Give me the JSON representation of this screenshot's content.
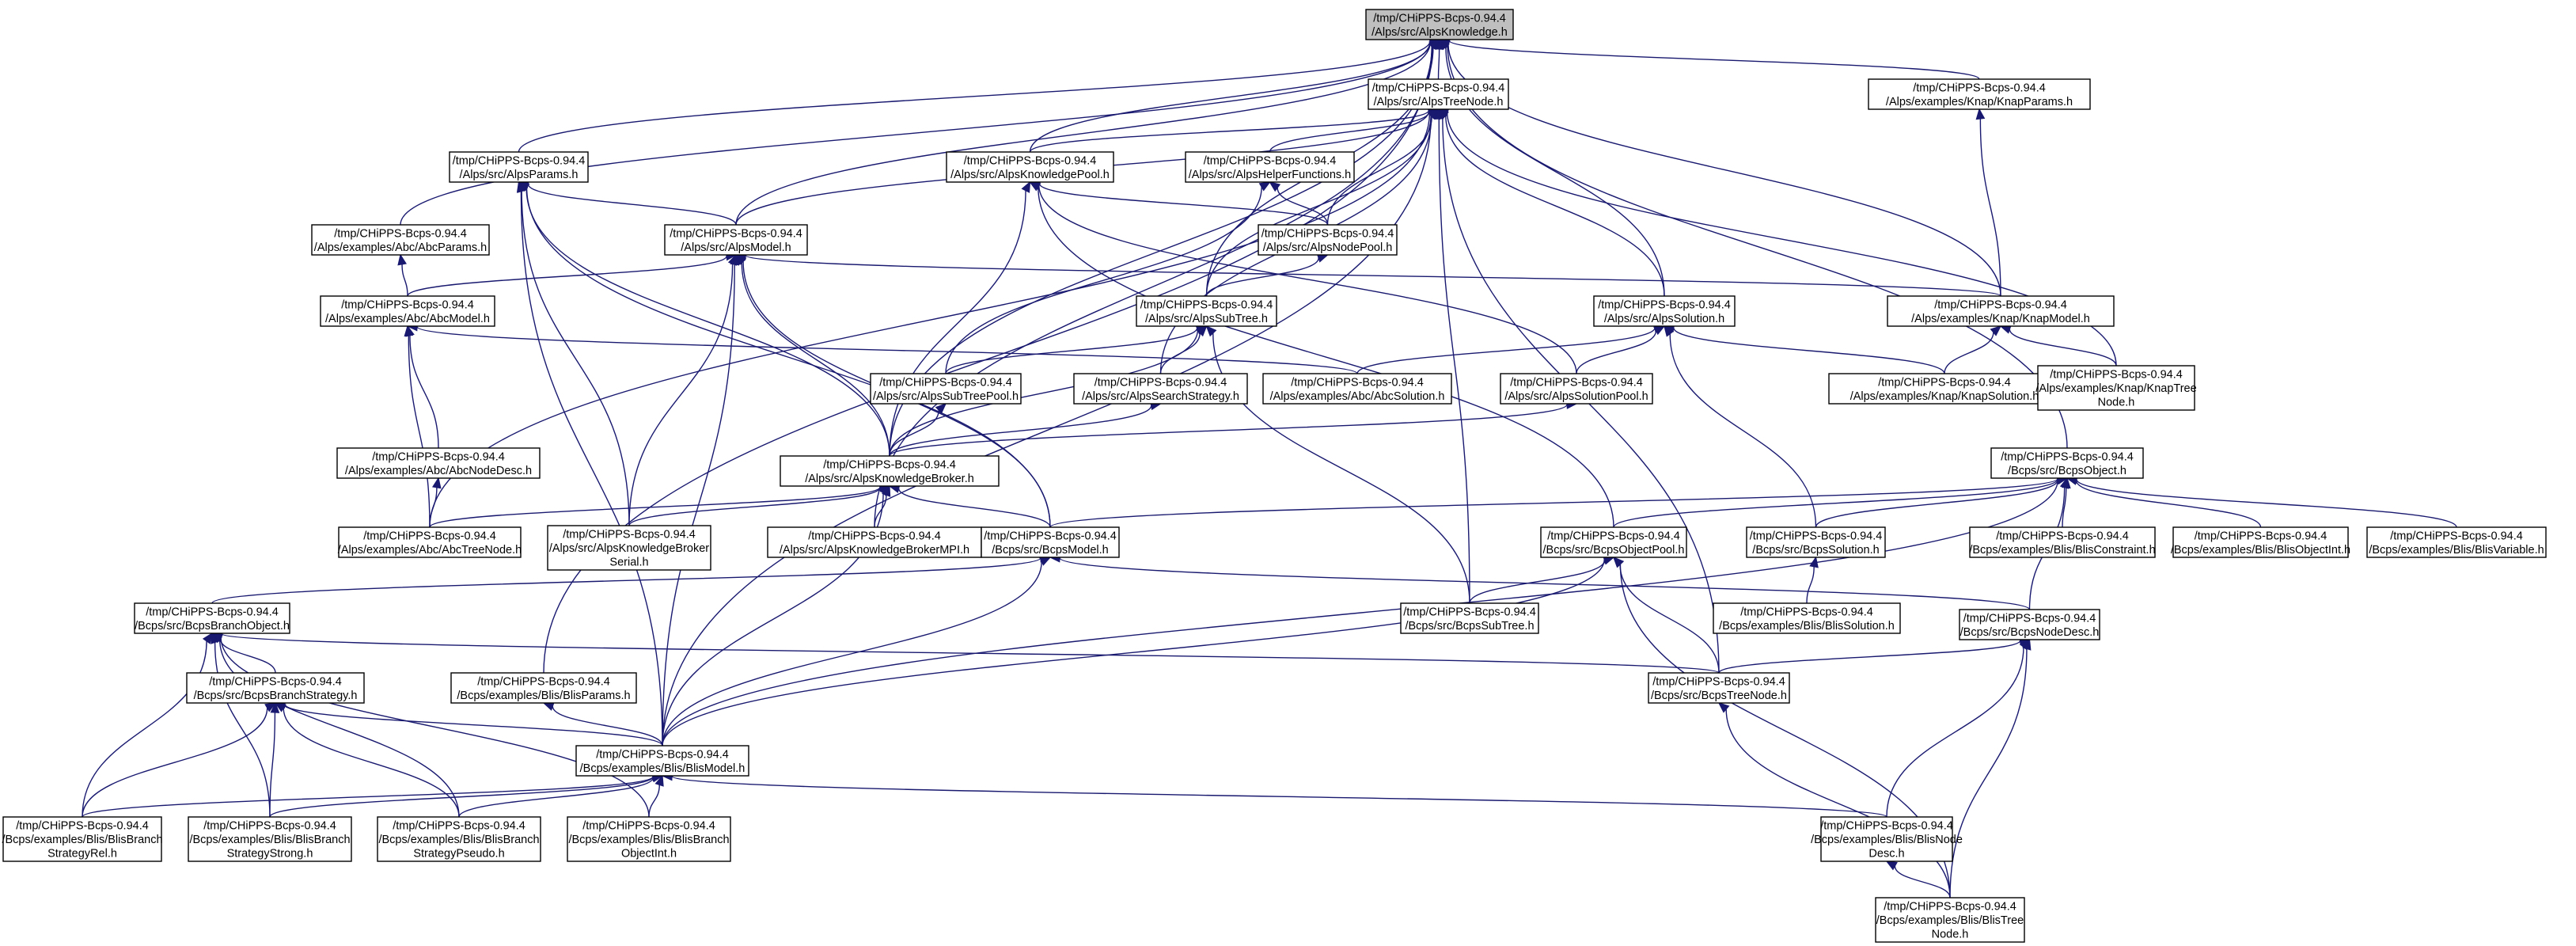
{
  "diagram": {
    "arrow_color": "#191970",
    "root_fill": "#bfbfbf",
    "nodes": [
      {
        "id": "AlpsKnowledge",
        "lines": [
          "/tmp/CHiPPS-Bcps-0.94.4",
          "/Alps/src/AlpsKnowledge.h"
        ],
        "root": true
      },
      {
        "id": "AlpsTreeNode",
        "lines": [
          "/tmp/CHiPPS-Bcps-0.94.4",
          "/Alps/src/AlpsTreeNode.h"
        ]
      },
      {
        "id": "KnapParams",
        "lines": [
          "/tmp/CHiPPS-Bcps-0.94.4",
          "/Alps/examples/Knap/KnapParams.h"
        ]
      },
      {
        "id": "AlpsParams",
        "lines": [
          "/tmp/CHiPPS-Bcps-0.94.4",
          "/Alps/src/AlpsParams.h"
        ]
      },
      {
        "id": "AlpsKnowledgePool",
        "lines": [
          "/tmp/CHiPPS-Bcps-0.94.4",
          "/Alps/src/AlpsKnowledgePool.h"
        ]
      },
      {
        "id": "AlpsHelperFunctions",
        "lines": [
          "/tmp/CHiPPS-Bcps-0.94.4",
          "/Alps/src/AlpsHelperFunctions.h"
        ]
      },
      {
        "id": "AbcParams",
        "lines": [
          "/tmp/CHiPPS-Bcps-0.94.4",
          "/Alps/examples/Abc/AbcParams.h"
        ]
      },
      {
        "id": "AlpsModel",
        "lines": [
          "/tmp/CHiPPS-Bcps-0.94.4",
          "/Alps/src/AlpsModel.h"
        ]
      },
      {
        "id": "AlpsNodePool",
        "lines": [
          "/tmp/CHiPPS-Bcps-0.94.4",
          "/Alps/src/AlpsNodePool.h"
        ]
      },
      {
        "id": "AbcModel",
        "lines": [
          "/tmp/CHiPPS-Bcps-0.94.4",
          "/Alps/examples/Abc/AbcModel.h"
        ]
      },
      {
        "id": "AlpsSubTree",
        "lines": [
          "/tmp/CHiPPS-Bcps-0.94.4",
          "/Alps/src/AlpsSubTree.h"
        ]
      },
      {
        "id": "AlpsSolution",
        "lines": [
          "/tmp/CHiPPS-Bcps-0.94.4",
          "/Alps/src/AlpsSolution.h"
        ]
      },
      {
        "id": "KnapModel",
        "lines": [
          "/tmp/CHiPPS-Bcps-0.94.4",
          "/Alps/examples/Knap/KnapModel.h"
        ]
      },
      {
        "id": "AlpsSubTreePool",
        "lines": [
          "/tmp/CHiPPS-Bcps-0.94.4",
          "/Alps/src/AlpsSubTreePool.h"
        ]
      },
      {
        "id": "AlpsSearchStrategy",
        "lines": [
          "/tmp/CHiPPS-Bcps-0.94.4",
          "/Alps/src/AlpsSearchStrategy.h"
        ]
      },
      {
        "id": "AbcSolution",
        "lines": [
          "/tmp/CHiPPS-Bcps-0.94.4",
          "/Alps/examples/Abc/AbcSolution.h"
        ]
      },
      {
        "id": "AlpsSolutionPool",
        "lines": [
          "/tmp/CHiPPS-Bcps-0.94.4",
          "/Alps/src/AlpsSolutionPool.h"
        ]
      },
      {
        "id": "KnapSolution",
        "lines": [
          "/tmp/CHiPPS-Bcps-0.94.4",
          "/Alps/examples/Knap/KnapSolution.h"
        ]
      },
      {
        "id": "KnapTreeNode",
        "lines": [
          "/tmp/CHiPPS-Bcps-0.94.4",
          "/Alps/examples/Knap/KnapTree",
          "Node.h"
        ]
      },
      {
        "id": "AbcNodeDesc",
        "lines": [
          "/tmp/CHiPPS-Bcps-0.94.4",
          "/Alps/examples/Abc/AbcNodeDesc.h"
        ]
      },
      {
        "id": "AlpsKnowledgeBroker",
        "lines": [
          "/tmp/CHiPPS-Bcps-0.94.4",
          "/Alps/src/AlpsKnowledgeBroker.h"
        ]
      },
      {
        "id": "BcpsObject",
        "lines": [
          "/tmp/CHiPPS-Bcps-0.94.4",
          "/Bcps/src/BcpsObject.h"
        ]
      },
      {
        "id": "AbcTreeNode",
        "lines": [
          "/tmp/CHiPPS-Bcps-0.94.4",
          "/Alps/examples/Abc/AbcTreeNode.h"
        ]
      },
      {
        "id": "AlpsKnowledgeBrokerSerial",
        "lines": [
          "/tmp/CHiPPS-Bcps-0.94.4",
          "/Alps/src/AlpsKnowledgeBroker",
          "Serial.h"
        ]
      },
      {
        "id": "AlpsKnowledgeBrokerMPI",
        "lines": [
          "/tmp/CHiPPS-Bcps-0.94.4",
          "/Alps/src/AlpsKnowledgeBrokerMPI.h"
        ]
      },
      {
        "id": "BcpsModel",
        "lines": [
          "/tmp/CHiPPS-Bcps-0.94.4",
          "/Bcps/src/BcpsModel.h"
        ]
      },
      {
        "id": "BcpsObjectPool",
        "lines": [
          "/tmp/CHiPPS-Bcps-0.94.4",
          "/Bcps/src/BcpsObjectPool.h"
        ]
      },
      {
        "id": "BcpsSolution",
        "lines": [
          "/tmp/CHiPPS-Bcps-0.94.4",
          "/Bcps/src/BcpsSolution.h"
        ]
      },
      {
        "id": "BlisConstraint",
        "lines": [
          "/tmp/CHiPPS-Bcps-0.94.4",
          "/Bcps/examples/Blis/BlisConstraint.h"
        ]
      },
      {
        "id": "BlisObjectInt",
        "lines": [
          "/tmp/CHiPPS-Bcps-0.94.4",
          "/Bcps/examples/Blis/BlisObjectInt.h"
        ]
      },
      {
        "id": "BlisVariable",
        "lines": [
          "/tmp/CHiPPS-Bcps-0.94.4",
          "/Bcps/examples/Blis/BlisVariable.h"
        ]
      },
      {
        "id": "BcpsBranchObject",
        "lines": [
          "/tmp/CHiPPS-Bcps-0.94.4",
          "/Bcps/src/BcpsBranchObject.h"
        ]
      },
      {
        "id": "BcpsSubTree",
        "lines": [
          "/tmp/CHiPPS-Bcps-0.94.4",
          "/Bcps/src/BcpsSubTree.h"
        ]
      },
      {
        "id": "BlisSolution",
        "lines": [
          "/tmp/CHiPPS-Bcps-0.94.4",
          "/Bcps/examples/Blis/BlisSolution.h"
        ]
      },
      {
        "id": "BcpsNodeDesc",
        "lines": [
          "/tmp/CHiPPS-Bcps-0.94.4",
          "/Bcps/src/BcpsNodeDesc.h"
        ]
      },
      {
        "id": "BcpsBranchStrategy",
        "lines": [
          "/tmp/CHiPPS-Bcps-0.94.4",
          "/Bcps/src/BcpsBranchStrategy.h"
        ]
      },
      {
        "id": "BlisParams",
        "lines": [
          "/tmp/CHiPPS-Bcps-0.94.4",
          "/Bcps/examples/Blis/BlisParams.h"
        ]
      },
      {
        "id": "BcpsTreeNode",
        "lines": [
          "/tmp/CHiPPS-Bcps-0.94.4",
          "/Bcps/src/BcpsTreeNode.h"
        ]
      },
      {
        "id": "BlisModel",
        "lines": [
          "/tmp/CHiPPS-Bcps-0.94.4",
          "/Bcps/examples/Blis/BlisModel.h"
        ]
      },
      {
        "id": "BlisBranchStrategyRel",
        "lines": [
          "/tmp/CHiPPS-Bcps-0.94.4",
          "/Bcps/examples/Blis/BlisBranch",
          "StrategyRel.h"
        ]
      },
      {
        "id": "BlisBranchStrategyStrong",
        "lines": [
          "/tmp/CHiPPS-Bcps-0.94.4",
          "/Bcps/examples/Blis/BlisBranch",
          "StrategyStrong.h"
        ]
      },
      {
        "id": "BlisBranchStrategyPseudo",
        "lines": [
          "/tmp/CHiPPS-Bcps-0.94.4",
          "/Bcps/examples/Blis/BlisBranch",
          "StrategyPseudo.h"
        ]
      },
      {
        "id": "BlisBranchObjectInt",
        "lines": [
          "/tmp/CHiPPS-Bcps-0.94.4",
          "/Bcps/examples/Blis/BlisBranch",
          "ObjectInt.h"
        ]
      },
      {
        "id": "BlisNodeDesc",
        "lines": [
          "/tmp/CHiPPS-Bcps-0.94.4",
          "/Bcps/examples/Blis/BlisNode",
          "Desc.h"
        ]
      },
      {
        "id": "BlisTreeNode",
        "lines": [
          "/tmp/CHiPPS-Bcps-0.94.4",
          "/Bcps/examples/Blis/BlisTree",
          "Node.h"
        ]
      }
    ],
    "edges": [
      [
        "AlpsTreeNode",
        "AlpsKnowledge"
      ],
      [
        "KnapParams",
        "AlpsKnowledge"
      ],
      [
        "AlpsParams",
        "AlpsKnowledge"
      ],
      [
        "AlpsKnowledgePool",
        "AlpsKnowledge"
      ],
      [
        "AbcParams",
        "AlpsKnowledge"
      ],
      [
        "AlpsModel",
        "AlpsKnowledge"
      ],
      [
        "AlpsSubTree",
        "AlpsKnowledge"
      ],
      [
        "AlpsSolution",
        "AlpsKnowledge"
      ],
      [
        "KnapModel",
        "AlpsKnowledge"
      ],
      [
        "AlpsKnowledgeBroker",
        "AlpsKnowledge"
      ],
      [
        "BcpsObject",
        "AlpsKnowledge"
      ],
      [
        "BlisParams",
        "AlpsKnowledge"
      ],
      [
        "AlpsKnowledgeBrokerMPI",
        "AlpsKnowledge"
      ],
      [
        "AlpsKnowledgePool",
        "AlpsTreeNode"
      ],
      [
        "AlpsHelperFunctions",
        "AlpsTreeNode"
      ],
      [
        "AlpsModel",
        "AlpsTreeNode"
      ],
      [
        "AlpsNodePool",
        "AlpsTreeNode"
      ],
      [
        "AlpsSubTree",
        "AlpsTreeNode"
      ],
      [
        "AlpsSolution",
        "AlpsTreeNode"
      ],
      [
        "AlpsSearchStrategy",
        "AlpsTreeNode"
      ],
      [
        "KnapTreeNode",
        "AlpsTreeNode"
      ],
      [
        "AbcTreeNode",
        "AlpsTreeNode"
      ],
      [
        "BcpsTreeNode",
        "AlpsTreeNode"
      ],
      [
        "BlisModel",
        "AlpsTreeNode"
      ],
      [
        "BcpsSubTree",
        "AlpsTreeNode"
      ],
      [
        "KnapModel",
        "KnapParams"
      ],
      [
        "AlpsModel",
        "AlpsParams"
      ],
      [
        "AlpsKnowledgeBroker",
        "AlpsParams"
      ],
      [
        "AlpsKnowledgeBrokerSerial",
        "AlpsParams"
      ],
      [
        "BcpsModel",
        "AlpsParams"
      ],
      [
        "BlisModel",
        "AlpsParams"
      ],
      [
        "AlpsNodePool",
        "AlpsKnowledgePool"
      ],
      [
        "AlpsSolutionPool",
        "AlpsKnowledgePool"
      ],
      [
        "AlpsKnowledgeBroker",
        "AlpsKnowledgePool"
      ],
      [
        "BcpsObjectPool",
        "AlpsKnowledgePool"
      ],
      [
        "AlpsNodePool",
        "AlpsHelperFunctions"
      ],
      [
        "AlpsSubTreePool",
        "AlpsHelperFunctions"
      ],
      [
        "AbcModel",
        "AbcParams"
      ],
      [
        "AbcModel",
        "AlpsModel"
      ],
      [
        "KnapModel",
        "AlpsModel"
      ],
      [
        "AlpsKnowledgeBroker",
        "AlpsModel"
      ],
      [
        "AlpsKnowledgeBrokerSerial",
        "AlpsModel"
      ],
      [
        "BcpsModel",
        "AlpsModel"
      ],
      [
        "BlisModel",
        "AlpsModel"
      ],
      [
        "AlpsSubTree",
        "AlpsNodePool"
      ],
      [
        "AbcNodeDesc",
        "AbcModel"
      ],
      [
        "AbcTreeNode",
        "AbcModel"
      ],
      [
        "AbcSolution",
        "AbcModel"
      ],
      [
        "AlpsSubTreePool",
        "AlpsSubTree"
      ],
      [
        "AlpsSearchStrategy",
        "AlpsSubTree"
      ],
      [
        "AlpsKnowledgeBroker",
        "AlpsSubTree"
      ],
      [
        "BcpsSubTree",
        "AlpsSubTree"
      ],
      [
        "AbcSolution",
        "AlpsSolution"
      ],
      [
        "AlpsSolutionPool",
        "AlpsSolution"
      ],
      [
        "KnapSolution",
        "AlpsSolution"
      ],
      [
        "BcpsSolution",
        "AlpsSolution"
      ],
      [
        "KnapSolution",
        "KnapModel"
      ],
      [
        "KnapTreeNode",
        "KnapModel"
      ],
      [
        "AlpsKnowledgeBroker",
        "AlpsSubTreePool"
      ],
      [
        "AlpsKnowledgeBroker",
        "AlpsSearchStrategy"
      ],
      [
        "AlpsKnowledgeBroker",
        "AlpsSolutionPool"
      ],
      [
        "AbcTreeNode",
        "AbcNodeDesc"
      ],
      [
        "AbcTreeNode",
        "AlpsKnowledgeBroker"
      ],
      [
        "AlpsKnowledgeBrokerSerial",
        "AlpsKnowledgeBroker"
      ],
      [
        "AlpsKnowledgeBrokerMPI",
        "AlpsKnowledgeBroker"
      ],
      [
        "BcpsModel",
        "AlpsKnowledgeBroker"
      ],
      [
        "BlisModel",
        "AlpsKnowledgeBroker"
      ],
      [
        "BcpsModel",
        "BcpsObject"
      ],
      [
        "BcpsObjectPool",
        "BcpsObject"
      ],
      [
        "BcpsSolution",
        "BcpsObject"
      ],
      [
        "BlisConstraint",
        "BcpsObject"
      ],
      [
        "BlisObjectInt",
        "BcpsObject"
      ],
      [
        "BlisVariable",
        "BcpsObject"
      ],
      [
        "BcpsNodeDesc",
        "BcpsObject"
      ],
      [
        "BlisModel",
        "BcpsObject"
      ],
      [
        "BcpsBranchObject",
        "BcpsModel"
      ],
      [
        "BlisModel",
        "BcpsModel"
      ],
      [
        "BcpsNodeDesc",
        "BcpsModel"
      ],
      [
        "BcpsSubTree",
        "BcpsObjectPool"
      ],
      [
        "BcpsTreeNode",
        "BcpsObjectPool"
      ],
      [
        "BlisModel",
        "BcpsObjectPool"
      ],
      [
        "BlisTreeNode",
        "BcpsObjectPool"
      ],
      [
        "BlisSolution",
        "BcpsSolution"
      ],
      [
        "BcpsBranchStrategy",
        "BcpsBranchObject"
      ],
      [
        "BcpsTreeNode",
        "BcpsBranchObject"
      ],
      [
        "BlisBranchStrategyRel",
        "BcpsBranchObject"
      ],
      [
        "BlisBranchStrategyStrong",
        "BcpsBranchObject"
      ],
      [
        "BlisBranchStrategyPseudo",
        "BcpsBranchObject"
      ],
      [
        "BlisBranchObjectInt",
        "BcpsBranchObject"
      ],
      [
        "BcpsTreeNode",
        "BcpsNodeDesc"
      ],
      [
        "BlisNodeDesc",
        "BcpsNodeDesc"
      ],
      [
        "BlisTreeNode",
        "BcpsNodeDesc"
      ],
      [
        "BlisModel",
        "BcpsBranchStrategy"
      ],
      [
        "BlisBranchStrategyRel",
        "BcpsBranchStrategy"
      ],
      [
        "BlisBranchStrategyStrong",
        "BcpsBranchStrategy"
      ],
      [
        "BlisBranchStrategyPseudo",
        "BcpsBranchStrategy"
      ],
      [
        "BlisModel",
        "BlisParams"
      ],
      [
        "BlisTreeNode",
        "BcpsTreeNode"
      ],
      [
        "BlisBranchStrategyRel",
        "BlisModel"
      ],
      [
        "BlisBranchStrategyStrong",
        "BlisModel"
      ],
      [
        "BlisBranchStrategyPseudo",
        "BlisModel"
      ],
      [
        "BlisBranchObjectInt",
        "BlisModel"
      ],
      [
        "BlisNodeDesc",
        "BlisModel"
      ],
      [
        "BlisTreeNode",
        "BlisNodeDesc"
      ]
    ]
  }
}
